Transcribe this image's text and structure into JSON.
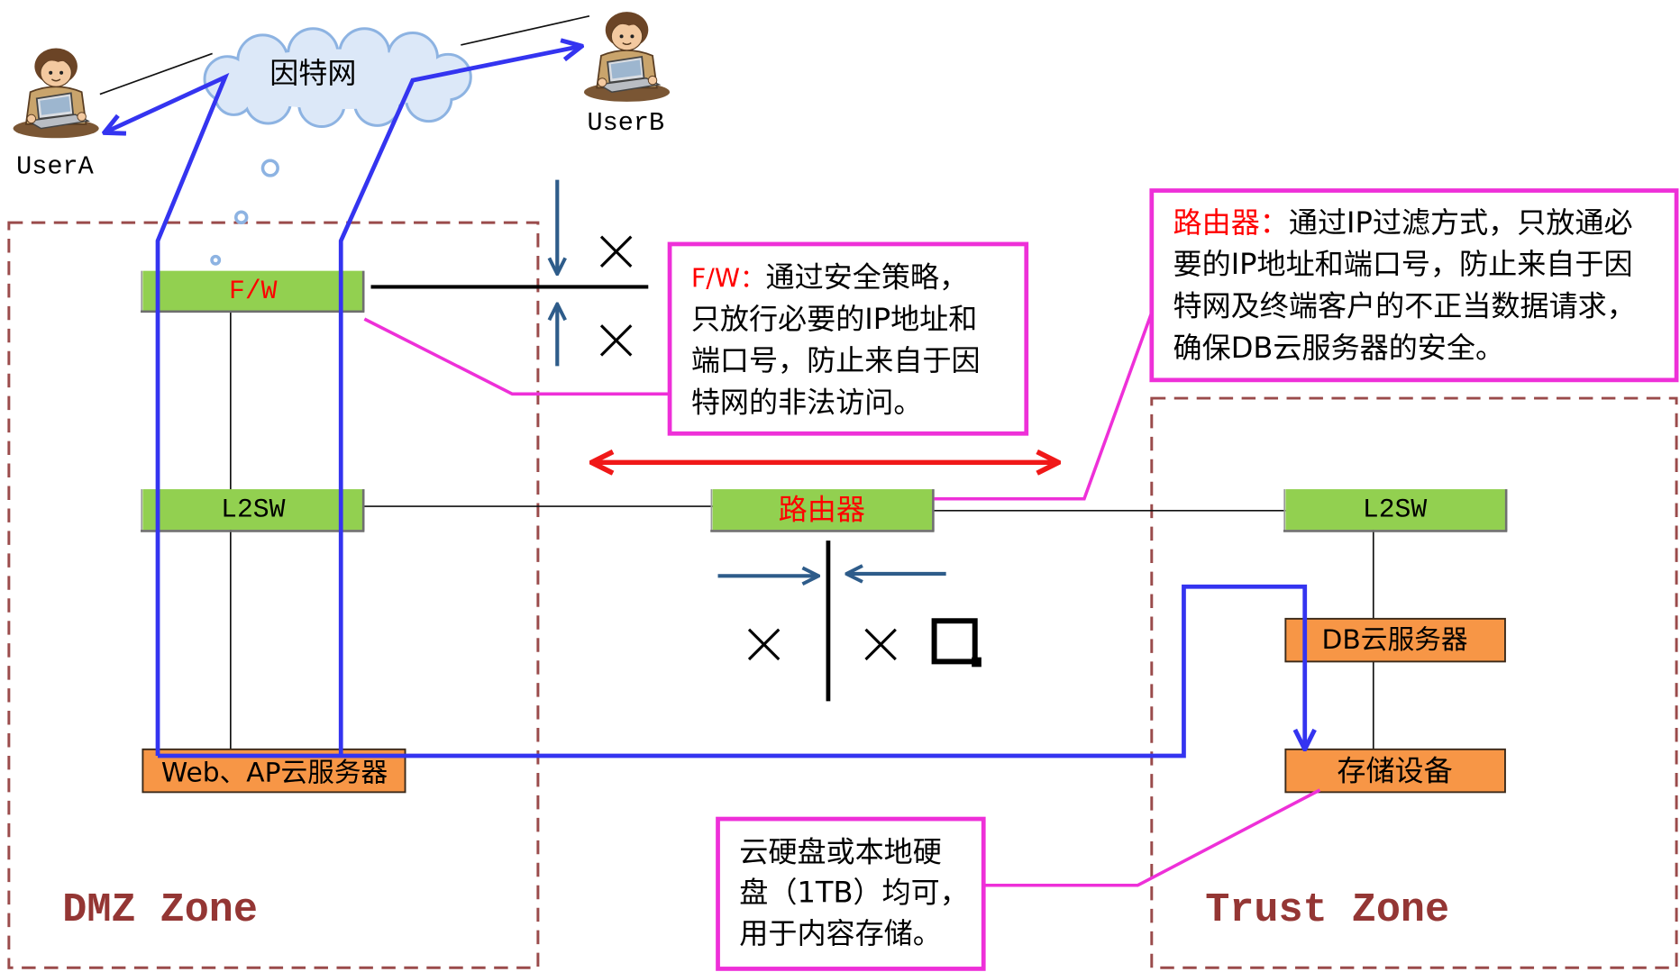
{
  "colors": {
    "device_green": "#92D050",
    "device_orange": "#F79646",
    "callout_magenta": "#EE30D8",
    "flow_blue": "#3434F0",
    "block_arrow_blue": "#2E5C8A",
    "router_link_red": "#F01818",
    "zone_border": "#9A4B4B",
    "zone_label": "#943634",
    "highlight_red": "#FF0000",
    "cloud_fill": "#DCE8F8",
    "cloud_outline": "#8DB3E2"
  },
  "internet": {
    "label": "因特网",
    "icon": "cloud"
  },
  "users": {
    "user_a": {
      "label": "UserA",
      "icon": "person-with-laptop"
    },
    "user_b": {
      "label": "UserB",
      "icon": "person-with-laptop"
    }
  },
  "zones": {
    "dmz": {
      "label": "DMZ Zone"
    },
    "trust": {
      "label": "Trust Zone"
    }
  },
  "devices": {
    "firewall": {
      "label": "F/W"
    },
    "dmz_switch": {
      "label": "L2SW"
    },
    "web_ap_server": {
      "label": "Web、AP云服务器"
    },
    "router": {
      "label": "路由器"
    },
    "trust_switch": {
      "label": "L2SW"
    },
    "db_server": {
      "label": "DB云服务器"
    },
    "storage": {
      "label": "存储设备"
    }
  },
  "callouts": {
    "firewall": {
      "prefix": "F/W：",
      "lines": [
        "通过安全策略，",
        "只放行必要的IP地址和",
        "端口号，防止来自于因",
        "特网的非法访问。"
      ]
    },
    "router": {
      "prefix": "路由器：",
      "lines": [
        "通过IP过滤方式，只放通必",
        "要的IP地址和端口号，防止来自于因",
        "特网及终端客户的不正当数据请求，",
        "确保DB云服务器的安全。"
      ]
    },
    "storage": {
      "lines": [
        "云硬盘或本地硬",
        "盘（1TB）均可，",
        "用于内容存储。"
      ]
    }
  },
  "icons": {
    "blocked": "cross-mark",
    "stray_marker": "square-outline"
  }
}
